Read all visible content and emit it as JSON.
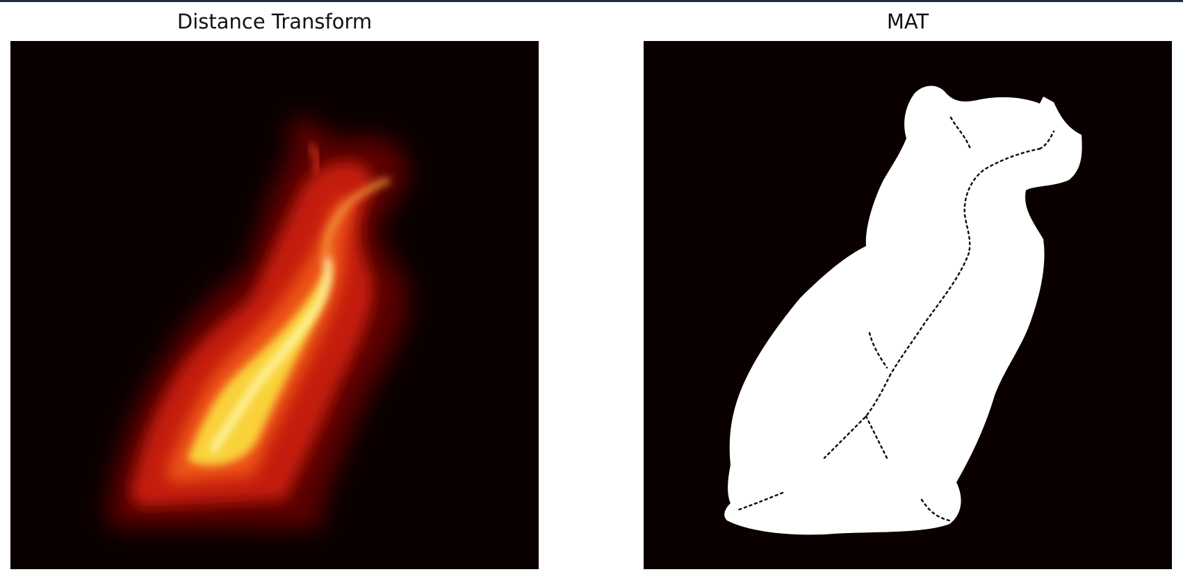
{
  "figure": {
    "panels": [
      {
        "title": "Distance Transform",
        "colormap": "hot",
        "background_color": "#0a0000"
      },
      {
        "title": "MAT",
        "colormap": "gray",
        "background_color": "#0a0000",
        "foreground_color": "#ffffff"
      }
    ]
  }
}
